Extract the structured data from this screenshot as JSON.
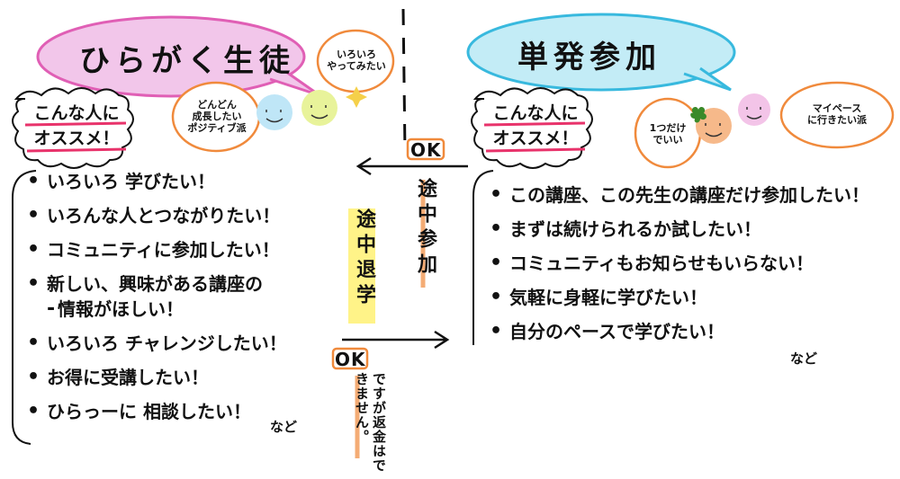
{
  "left": {
    "title": "ひらがく生徒",
    "recommend": [
      "こんな人に",
      "オススメ！"
    ],
    "bubble_left": [
      "どんどん",
      "成長したい",
      "ポジティブ派"
    ],
    "bubble_right": [
      "いろいろ",
      "やってみたい"
    ],
    "items": [
      "いろいろ 学びたい！",
      "いろんな人とつながりたい！",
      "コミュニティに参加したい！",
      "新しい、興味がある講座の",
      "情報がほしい！",
      "いろいろ チャレンジしたい！",
      "お得に受講したい！",
      "ひらっーに 相談したい！"
    ],
    "etc": "など"
  },
  "middle": {
    "ok_top": "OK",
    "join_midway": "途中参加",
    "leave_midway": "途中退学",
    "ok_bottom": "OK",
    "refund_note": "ですが返金はできません。"
  },
  "right": {
    "title": "単発参加",
    "recommend": [
      "こんな人に",
      "オススメ！"
    ],
    "bubble_left": [
      "1つだけ",
      "でいい"
    ],
    "bubble_right": [
      "マイペース",
      "に行きたい派"
    ],
    "items": [
      "この講座、この先生の講座だけ参加したい！",
      "まずは続けられるか試したい！",
      "コミュニティもお知らせもいらない！",
      "気軽に身軽に学びたい！",
      "自分のペースで学びたい！"
    ],
    "etc": "など"
  },
  "colors": {
    "pink": "#e05fb5",
    "pink_fill": "#f2c6ea",
    "cyan": "#38b9de",
    "cyan_fill": "#c3ecf6",
    "orange": "#f08a3c",
    "yellow": "#fff06a",
    "red_underline": "#e8336b"
  }
}
